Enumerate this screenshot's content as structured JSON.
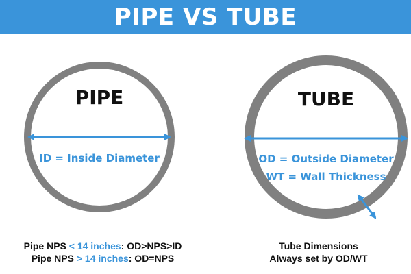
{
  "header": {
    "title": "PIPE VS TUBE"
  },
  "colors": {
    "accent": "#3a94da",
    "ring": "#808080",
    "text": "#111111",
    "background": "#ffffff"
  },
  "pipe": {
    "title": "PIPE",
    "arrow_label": "ID = Inside Diameter",
    "notes": [
      {
        "prefix": "Pipe NPS ",
        "compare": "< 14 inches",
        "suffix": ": OD>NPS>ID"
      },
      {
        "prefix": "Pipe NPS ",
        "compare": "> 14 inches",
        "suffix": ": OD=NPS"
      }
    ]
  },
  "tube": {
    "title": "TUBE",
    "arrow_label": "OD = Outside Diameter",
    "wall_label": "WT = Wall Thickness",
    "notes": [
      "Tube Dimensions",
      "Always set by OD/WT"
    ]
  },
  "icons": [
    "double-arrow-icon"
  ]
}
